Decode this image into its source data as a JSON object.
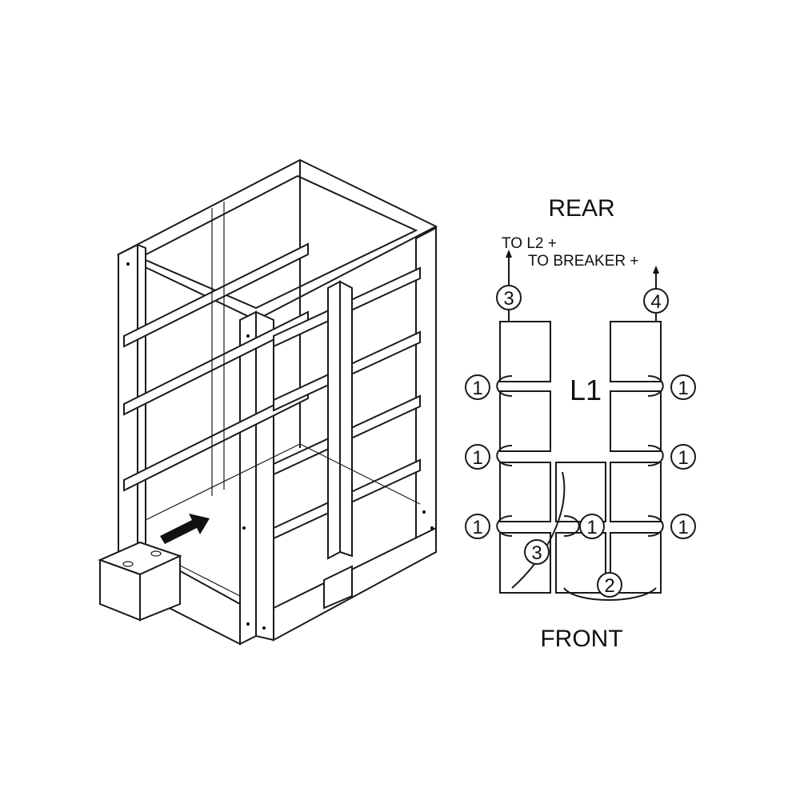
{
  "diagram": {
    "rear_label": "REAR",
    "front_label": "FRONT",
    "to_l2_label": "TO L2 +",
    "to_breaker_label": "TO BREAKER +",
    "layer_label": "L1",
    "callouts": {
      "jumper": "1",
      "bottom_jumper": "2",
      "to_l2": "3",
      "to_breaker": "4"
    }
  }
}
